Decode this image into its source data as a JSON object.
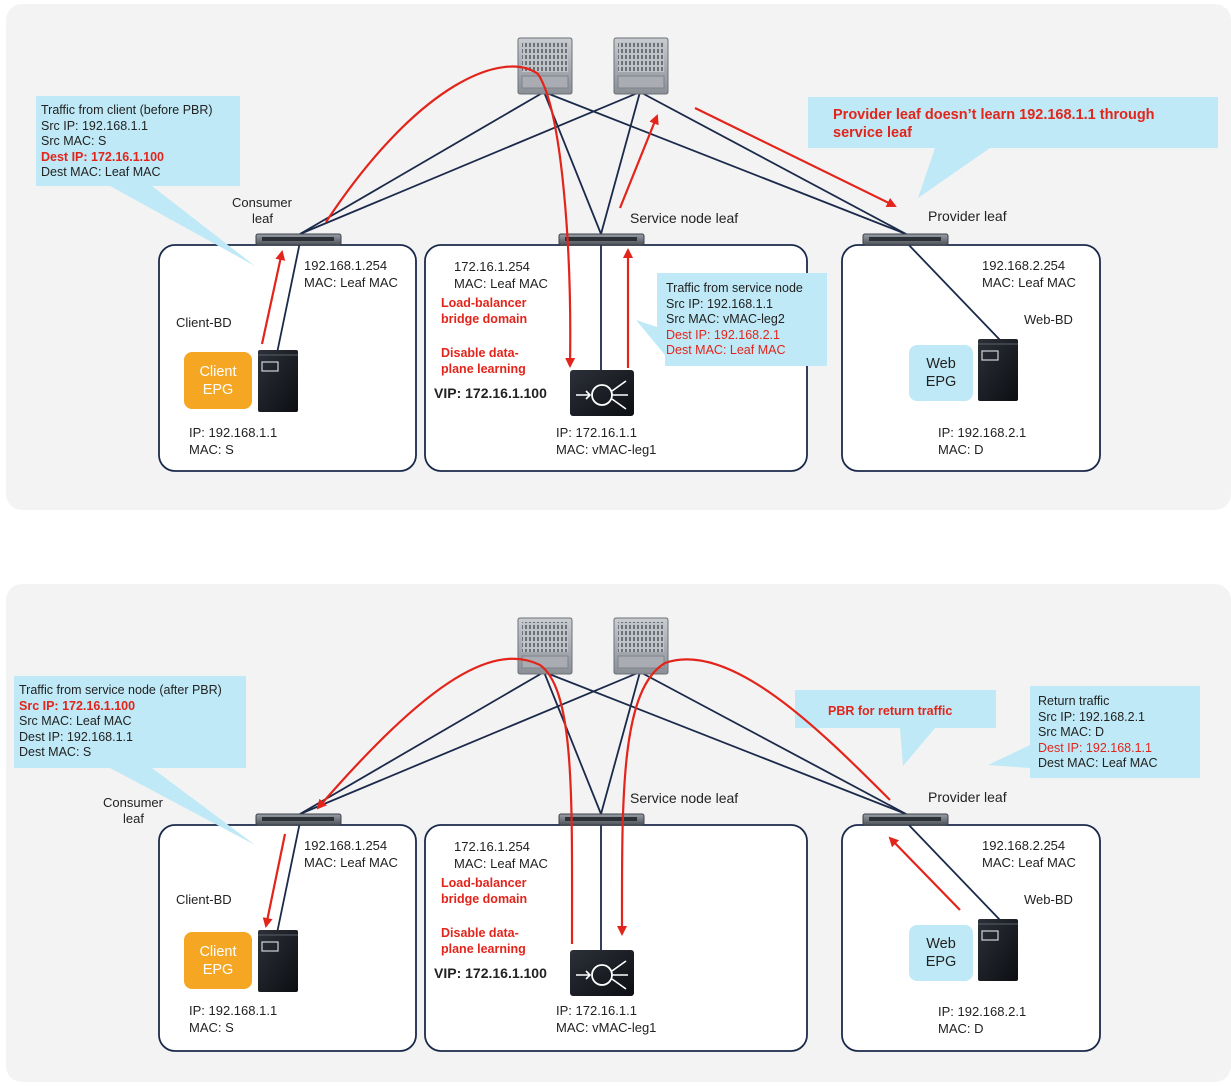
{
  "colors": {
    "panel": "#f3f3f3",
    "callout": "#bfe9f6",
    "arrow": "#e3241b",
    "line": "#1b2a4a",
    "client_epg": "#f5a623"
  },
  "top": {
    "callout_client": {
      "l1": "Traffic from client (before PBR)",
      "l2": "Src IP: 192.168.1.1",
      "l3": "Src MAC: S",
      "l4": "Dest IP: 172.16.1.100",
      "l5": "Dest MAC: Leaf MAC"
    },
    "callout_provider": {
      "l1": "Provider leaf doesn’t learn 192.168.1.1 through",
      "l2": "service leaf"
    },
    "callout_service": {
      "l1": "Traffic from service node",
      "l2": "Src IP: 192.168.1.1",
      "l3": "Src MAC: vMAC-leg2",
      "l4": "Dest IP: 192.168.2.1",
      "l5": "Dest MAC: Leaf MAC"
    },
    "consumer_leaf_l1": "Consumer",
    "consumer_leaf_l2": "leaf",
    "service_leaf": "Service node leaf",
    "provider_leaf": "Provider leaf",
    "client_gw_ip": "192.168.1.254",
    "client_gw_mac": "MAC: Leaf MAC",
    "client_bd": "Client-BD",
    "client_epg_l1": "Client",
    "client_epg_l2": "EPG",
    "client_ip": "IP: 192.168.1.1",
    "client_mac": "MAC: S",
    "lb_gw_ip": "172.16.1.254",
    "lb_gw_mac": "MAC: Leaf MAC",
    "lb_bd_l1": "Load-balancer",
    "lb_bd_l2": "bridge domain",
    "dpl_l1": "Disable data-",
    "dpl_l2": "plane learning",
    "vip": "VIP: 172.16.1.100",
    "lb_ip": "IP: 172.16.1.1",
    "lb_mac": "MAC: vMAC-leg1",
    "web_gw_ip": "192.168.2.254",
    "web_gw_mac": "MAC: Leaf MAC",
    "web_bd": "Web-BD",
    "web_epg_l1": "Web",
    "web_epg_l2": "EPG",
    "web_ip": "IP: 192.168.2.1",
    "web_mac": "MAC: D"
  },
  "bottom": {
    "callout_client": {
      "l1": "Traffic from service node (after PBR)",
      "l2": "Src IP: 172.16.1.100",
      "l3": "Src MAC: Leaf MAC",
      "l4": "Dest IP: 192.168.1.1",
      "l5": "Dest MAC: S"
    },
    "callout_pbr": "PBR for return traffic",
    "callout_return": {
      "l1": "Return traffic",
      "l2": "Src IP: 192.168.2.1",
      "l3": "Src MAC: D",
      "l4": "Dest IP: 192.168.1.1",
      "l5": "Dest MAC: Leaf MAC"
    },
    "consumer_leaf_l1": "Consumer",
    "consumer_leaf_l2": "leaf",
    "service_leaf": "Service node leaf",
    "provider_leaf": "Provider leaf",
    "client_gw_ip": "192.168.1.254",
    "client_gw_mac": "MAC: Leaf MAC",
    "client_bd": "Client-BD",
    "client_epg_l1": "Client",
    "client_epg_l2": "EPG",
    "client_ip": "IP: 192.168.1.1",
    "client_mac": "MAC: S",
    "lb_gw_ip": "172.16.1.254",
    "lb_gw_mac": "MAC: Leaf MAC",
    "lb_bd_l1": "Load-balancer",
    "lb_bd_l2": "bridge domain",
    "dpl_l1": "Disable data-",
    "dpl_l2": "plane learning",
    "vip": "VIP: 172.16.1.100",
    "lb_ip": "IP: 172.16.1.1",
    "lb_mac": "MAC: vMAC-leg1",
    "web_gw_ip": "192.168.2.254",
    "web_gw_mac": "MAC: Leaf MAC",
    "web_bd": "Web-BD",
    "web_epg_l1": "Web",
    "web_epg_l2": "EPG",
    "web_ip": "IP: 192.168.2.1",
    "web_mac": "MAC: D"
  }
}
